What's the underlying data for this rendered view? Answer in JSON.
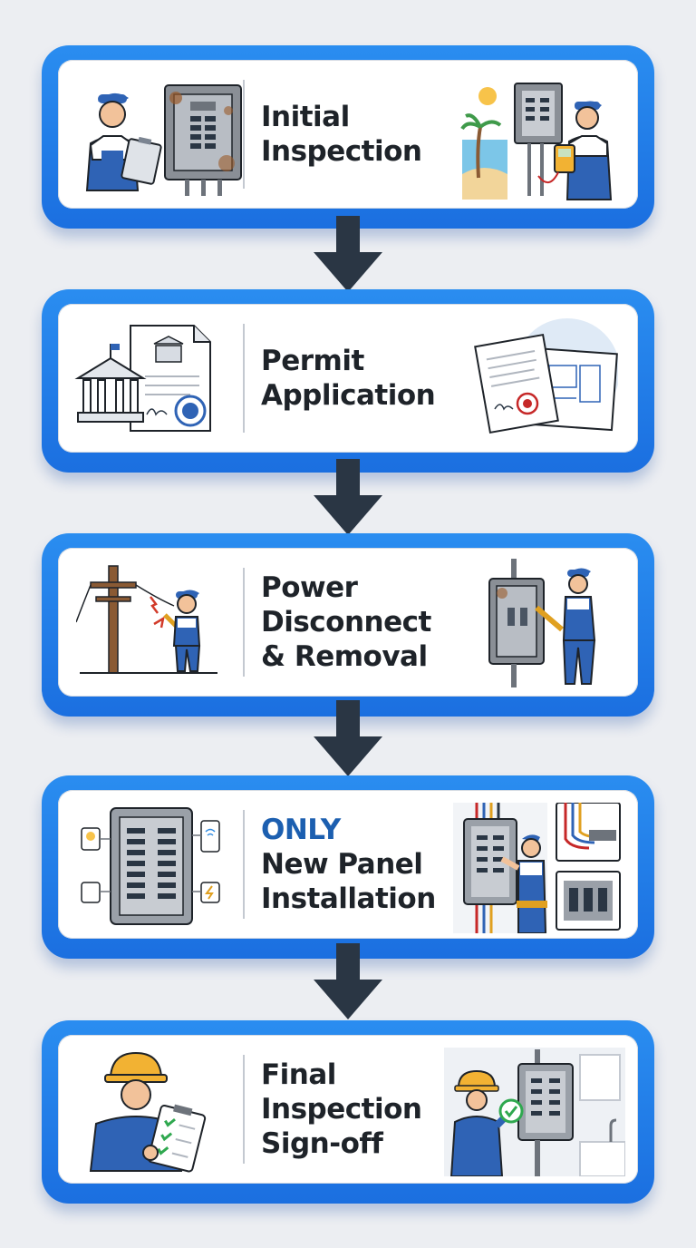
{
  "steps": [
    {
      "lines": [
        "Initial",
        "Inspection"
      ]
    },
    {
      "lines": [
        "Permit",
        "Application"
      ]
    },
    {
      "lines": [
        "Power",
        "Disconnect",
        "& Removal"
      ]
    },
    {
      "accent": "ONLY",
      "lines": [
        "New Panel",
        "Installation"
      ]
    },
    {
      "lines": [
        "Final",
        "Inspection",
        "Sign-off"
      ]
    }
  ],
  "colors": {
    "frame": "#1e7ae8",
    "card": "#ffffff",
    "arrow": "#2a3644",
    "accent_text": "#1c5fb0",
    "title_text": "#1e2329",
    "worker_uniform": "#2f63b5"
  },
  "icons": [
    [
      "worker-with-clipboard-icon",
      "rusty-panel-icon",
      "beach-scene-icon",
      "worker-with-multimeter-icon"
    ],
    [
      "government-building-permit-icon",
      "permit-documents-blueprint-icon"
    ],
    [
      "utility-pole-worker-icon",
      "panel-removal-worker-icon"
    ],
    [
      "smart-panel-diagram-icon",
      "panel-wiring-installation-icon"
    ],
    [
      "inspector-with-checklist-icon",
      "panel-approved-check-icon"
    ]
  ]
}
